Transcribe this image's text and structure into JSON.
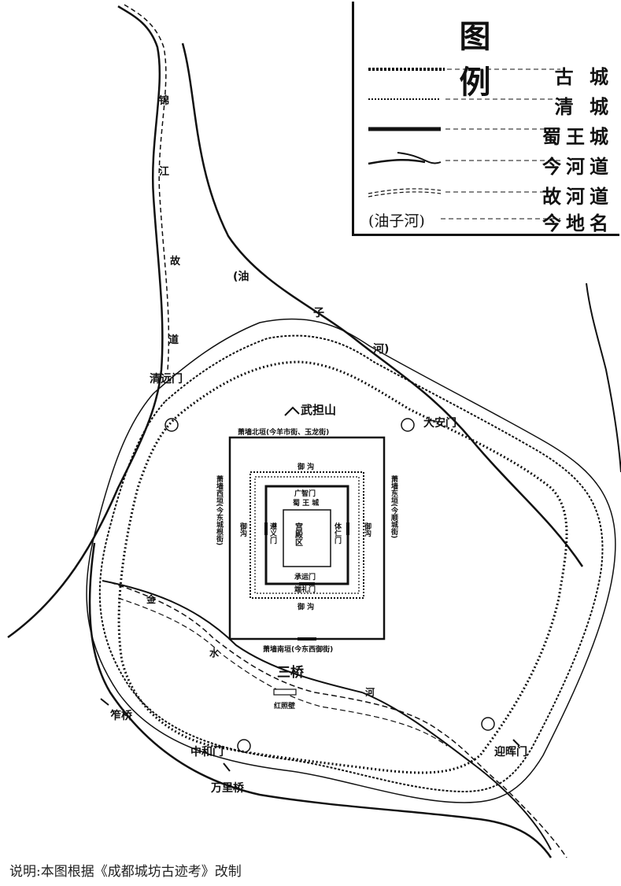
{
  "legend": {
    "title": "图 例",
    "items": [
      {
        "style": "ancient-wall",
        "label": "古 城"
      },
      {
        "style": "qing-wall",
        "label": "清 城"
      },
      {
        "style": "shu-wall",
        "label": "蜀王城"
      },
      {
        "style": "river-now",
        "label": "今河道"
      },
      {
        "style": "river-old",
        "label": "故河道"
      },
      {
        "style": "modern-name",
        "sample": "(油子河)",
        "label": "今地名"
      }
    ]
  },
  "labels": {
    "river_jian_1": "锦",
    "river_jian_2": "江",
    "river_jian_3": "故",
    "river_jian_4": "道",
    "river_you_1": "(油",
    "river_you_2": "子",
    "river_you_3": "河)",
    "river_jin_1": "金",
    "river_jin_2": "水",
    "river_jin_3": "河",
    "qingyuan_gate": "清远门",
    "wudan_shan": "武担山",
    "daan_gate": "大安门",
    "north_wall": "萧墙北垣(今羊市街、玉龙街)",
    "south_wall": "萧墙南垣(今东西御街)",
    "west_wall": "萧墙西垣(今东城根街)",
    "east_wall": "萧墙东垣(今顺城街)",
    "moat_n": "御 沟",
    "moat_s": "御 沟",
    "moat_w": "御沟",
    "moat_e": "御沟",
    "guangzhi_gate": "广智门",
    "shuwang_city": "蜀 王 城",
    "palace_area": "宫殿区",
    "zunyi_gate": "遵义门",
    "tiren_gate": "体仁门",
    "chengyun_gate": "承运门",
    "duanli_gate": "端礼门",
    "san_qiao": "三桥",
    "hongzhao_bi": "红照壁",
    "cha_qiao": "笮桥",
    "zhonghe_gate": "中和门",
    "wanli_qiao": "万里桥",
    "yingxi_gate": "迎晖门"
  },
  "caption": "说明:本图根据《成都城坊古迹考》改制",
  "colors": {
    "ink": "#111111",
    "paper": "#ffffff"
  }
}
